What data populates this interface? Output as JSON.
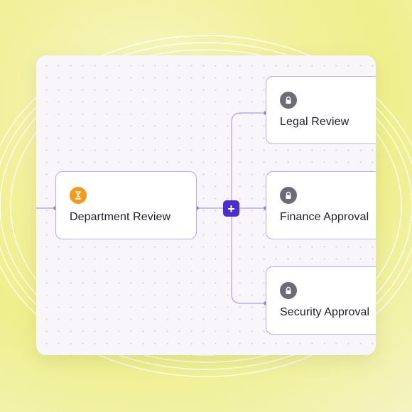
{
  "workflow": {
    "nodes": [
      {
        "label": "Department Review",
        "status_icon": "hourglass-icon",
        "status_color": "#f59a1b"
      },
      {
        "label": "Legal Review",
        "status_icon": "lock-icon",
        "status_color": "#6d6b73"
      },
      {
        "label": "Finance Approval",
        "status_icon": "lock-icon",
        "status_color": "#6d6b73"
      },
      {
        "label": "Security Approval",
        "status_icon": "lock-icon",
        "status_color": "#6d6b73"
      }
    ],
    "add_button": {
      "glyph": "+",
      "icon": "plus-icon",
      "color": "#4b2fc9"
    },
    "connector_color": "#b7aee6"
  }
}
